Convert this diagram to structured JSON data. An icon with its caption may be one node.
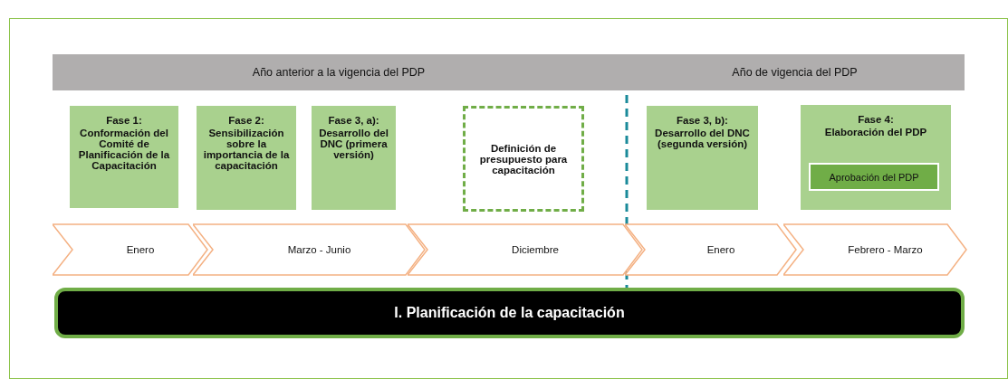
{
  "diagram": {
    "nodes": [
      {
        "text": [
          "Año anterior a la vigencia del PDP"
        ]
      },
      {
        "text": [
          "Año de vigencia del PDP"
        ]
      },
      {
        "text": [
          "Fase 1:",
          "Conformación del Comité de Planificación de la Capacitación"
        ]
      },
      {
        "text": [
          "Fase 2:",
          "Sensibilización sobre la importancia de la capacitación"
        ]
      },
      {
        "text": [
          "Fase 3, a):",
          "Desarrollo del DNC (primera versión)"
        ]
      },
      {
        "text": [
          "Definición de presupuesto para capacitación"
        ]
      },
      {
        "text": [
          "Fase 3, b):",
          "Desarrollo del DNC (segunda versión)"
        ]
      },
      {
        "text": [
          "Fase 4:",
          "Elaboración del PDP"
        ]
      },
      {
        "text": [
          "Aprobación del PDP"
        ],
        "in": 7
      },
      {
        "text": [
          "Enero"
        ]
      },
      {
        "text": [
          "Marzo - Junio"
        ]
      },
      {
        "text": [
          "Diciembre"
        ]
      },
      {
        "text": [
          "Enero"
        ]
      },
      {
        "text": [
          "Febrero - Marzo"
        ]
      },
      {
        "text": [
          "I. Planificación de la capacitación"
        ]
      }
    ]
  }
}
